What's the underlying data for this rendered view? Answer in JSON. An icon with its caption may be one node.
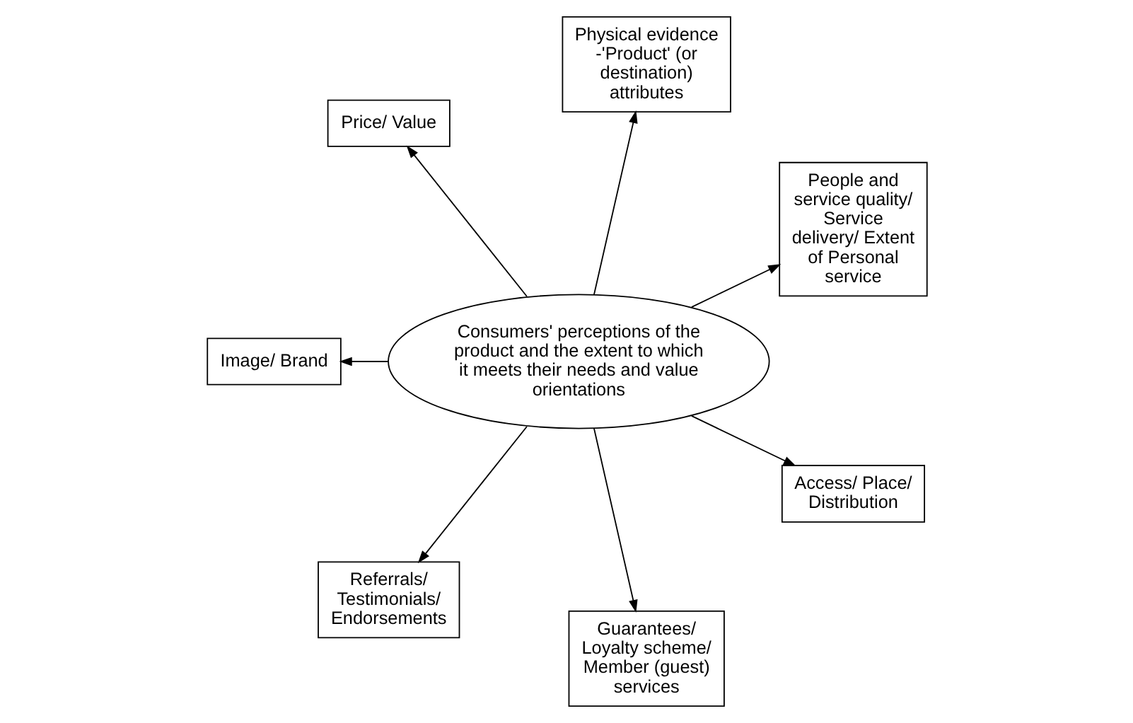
{
  "diagram": {
    "nodes": [
      {
        "text": [
          "Consumers' perceptions of the product and the extent to which it meets their needs and value orientations"
        ]
      },
      {
        "text": [
          "Image/ Brand"
        ]
      },
      {
        "text": [
          "Price/ Value"
        ]
      },
      {
        "text": [
          "Physical evidence -'Product' (or destination) attributes"
        ]
      },
      {
        "text": [
          "People and service quality/ Service delivery/ Extent of Personal service"
        ]
      },
      {
        "text": [
          "Referrals/ Testimonials/ Endorsements"
        ]
      },
      {
        "text": [
          "Guarantees/ Loyalty scheme/ Member (guest) services"
        ]
      },
      {
        "text": [
          "Access/ Place/ Distribution"
        ]
      }
    ],
    "edges": [
      {
        "from": 0,
        "to": 1,
        "arrow": "to"
      },
      {
        "from": 0,
        "to": 2,
        "arrow": "to"
      },
      {
        "from": 0,
        "to": 3,
        "arrow": "to"
      },
      {
        "from": 0,
        "to": 4,
        "arrow": "to"
      },
      {
        "from": 0,
        "to": 5,
        "arrow": "to"
      },
      {
        "from": 0,
        "to": 6,
        "arrow": "to"
      },
      {
        "from": 0,
        "to": 7,
        "arrow": "to"
      }
    ]
  }
}
